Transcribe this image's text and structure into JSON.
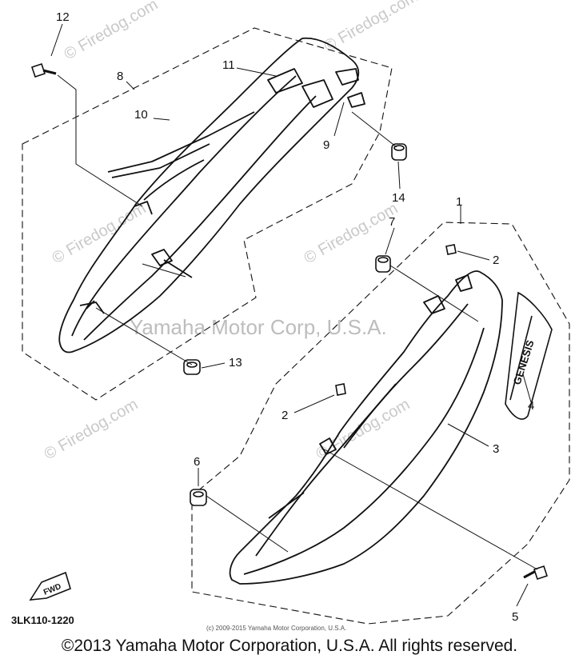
{
  "callouts": {
    "c1": "1",
    "c2a": "2",
    "c2b": "2",
    "c3": "3",
    "c4": "4",
    "c5": "5",
    "c6": "6",
    "c7": "7",
    "c8": "8",
    "c9": "9",
    "c10": "10",
    "c11": "11",
    "c12": "12",
    "c13": "13",
    "c14": "14"
  },
  "watermarks": {
    "site": "© Firedog.com",
    "company": "Yamaha Motor Corp, U.S.A."
  },
  "diagram_code": "3LK110-1220",
  "fwd_label": "FWD",
  "emblem_text": "GENESIS",
  "small_copyright": "(c) 2009-2015 Yamaha Motor Corporation, U.S.A.",
  "copyright": "©2013 Yamaha Motor Corporation, U.S.A. All rights reserved."
}
